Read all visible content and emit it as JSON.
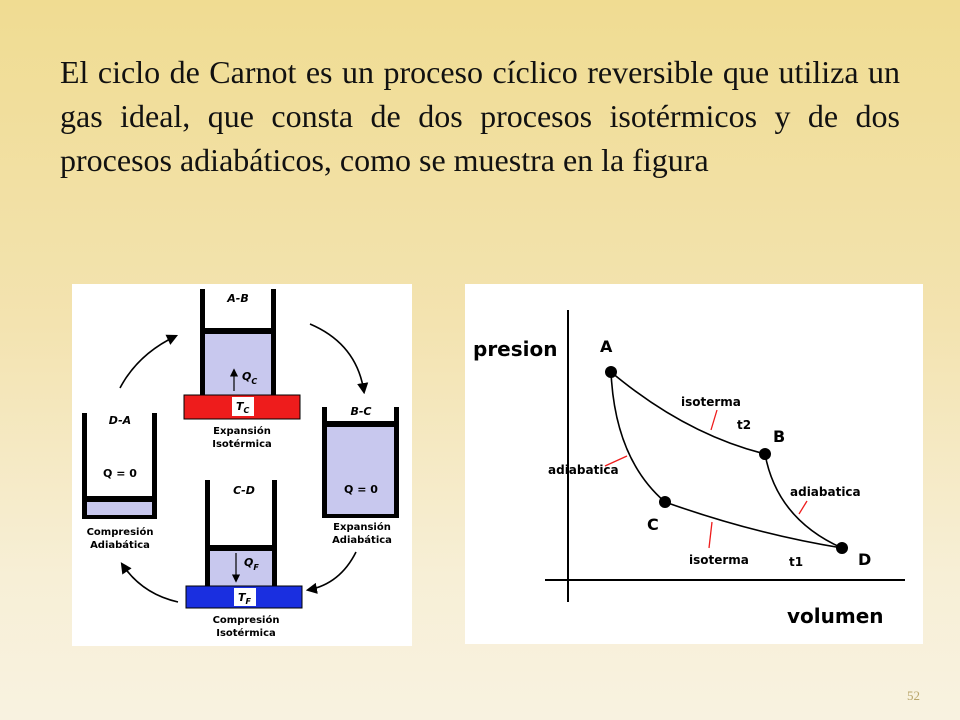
{
  "body_text": "El ciclo de Carnot es un proceso cíclico reversible que utiliza un gas ideal, que consta de dos procesos isotérmicos y de dos procesos adiabáticos, como se muestra en la figura",
  "cycle": {
    "ab": {
      "title": "A-B",
      "heat": "Q",
      "heat_sub": "C",
      "reservoir": "T",
      "reservoir_sub": "C",
      "label1": "Expansión",
      "label2": "Isotérmica"
    },
    "bc": {
      "title": "B-C",
      "q": "Q = 0",
      "label1": "Expansión",
      "label2": "Adiabática"
    },
    "cd": {
      "title": "C-D",
      "heat": "Q",
      "heat_sub": "F",
      "reservoir": "T",
      "reservoir_sub": "F",
      "label1": "Compresión",
      "label2": "Isotérmica"
    },
    "da": {
      "title": "D-A",
      "q": "Q = 0",
      "label1": "Compresión",
      "label2": "Adiabática"
    },
    "colors": {
      "hot": "#ee1c1c",
      "cold": "#1a2fe0",
      "gas": "#c8c8ee",
      "piston": "#000000"
    }
  },
  "pv": {
    "ylabel": "presion",
    "xlabel": "volumen",
    "points": {
      "A": "A",
      "B": "B",
      "C": "C",
      "D": "D"
    },
    "isotherm_label": "isoterma",
    "adiabatic_label": "adiabatica",
    "t2": "t2",
    "t1": "t1",
    "label_color": "#2a2ad0"
  },
  "page_number": "52"
}
